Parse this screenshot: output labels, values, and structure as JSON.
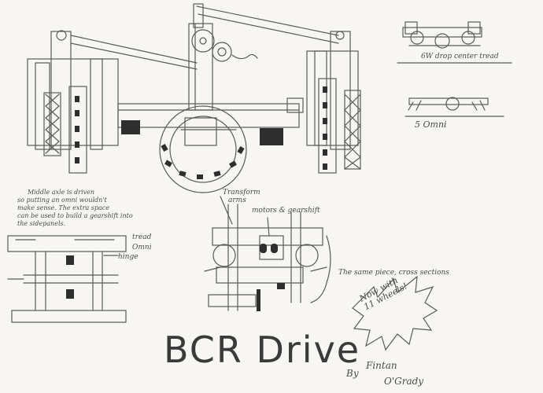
{
  "document": {
    "title": "BCR Drive",
    "byline": "By",
    "author_first": "Fintan",
    "author_last": "O'Grady"
  },
  "top_right": {
    "label_1": "6W drop center tread",
    "label_2": "5 Omni"
  },
  "bottom_left": {
    "note_line_1": "Middle axle is driven",
    "note_line_2": "so putting an omni wouldn't",
    "note_line_3": "make sense. The extra space",
    "note_line_4": "can be used to build a gearshift into",
    "note_line_5": "the sidepanels.",
    "label_tread": "tread",
    "label_omni": "Omni",
    "label_hinge": "hinge"
  },
  "bottom_middle": {
    "label_transform": "Transform",
    "label_arms": "arms",
    "label_motors": "motors & gearshift",
    "label_cross": "The same piece, cross sections"
  },
  "burst": {
    "text": "Now with 11 wheels!"
  },
  "colors": {
    "paper": "#f7f6f2",
    "pencil": "#555555",
    "shade": "#2e2e2e"
  }
}
